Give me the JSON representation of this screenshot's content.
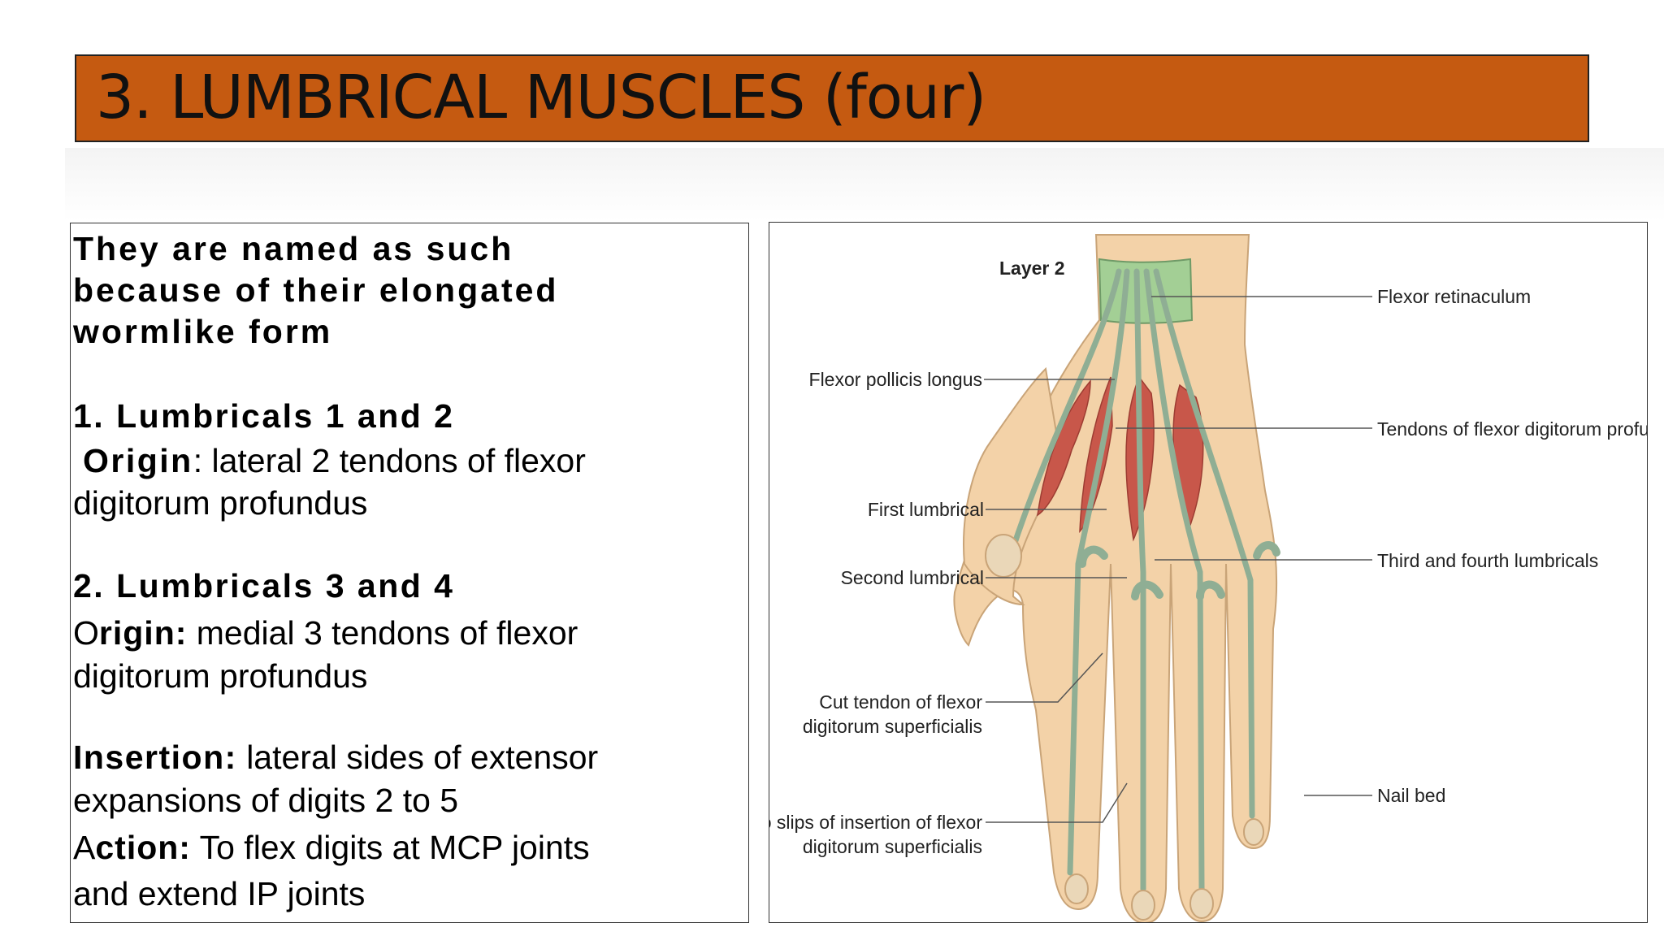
{
  "slide": {
    "title": "3. LUMBRICAL MUSCLES (four)",
    "colors": {
      "title_bar": "#c55a11",
      "muscle": "#c8574a",
      "tendon": "#8fae94",
      "skin": "#f3d2a8",
      "retinaculum": "#a3cf95"
    }
  },
  "text_panel": {
    "intro": [
      "They are named as such",
      "because of their elongated",
      "wormlike form"
    ],
    "section1": {
      "heading": "1. Lumbricals 1 and 2",
      "origin_label": "Origin",
      "origin_text_1": ": lateral 2 tendons of  flexor",
      "origin_text_2": "digitorum profundus"
    },
    "section2": {
      "heading": "2. Lumbricals 3 and 4",
      "origin_label_o": "O",
      "origin_label_rest": "rigin:",
      "origin_text_1": " medial 3 tendons of flexor",
      "origin_text_2": "digitorum profundus"
    },
    "insertion": {
      "label": "Insertion:",
      "text_1": " lateral sides of  extensor",
      "text_2": "expansions of digits 2 to  5"
    },
    "action": {
      "label_a": "A",
      "label_rest": "ction:",
      "text_1": "  To flex digits at MCP joints",
      "text_2": "and extend IP joints"
    }
  },
  "figure": {
    "layer_label": "Layer 2",
    "labels": {
      "flexor_retinaculum": "Flexor retinaculum",
      "flexor_pollicis_longus": "Flexor pollicis longus",
      "tendons_fdp": "Tendons of flexor digitorum profundus",
      "first_lumbrical": "First lumbrical",
      "second_lumbrical": "Second lumbrical",
      "third_fourth_lumbricals": "Third and fourth lumbricals",
      "cut_tendon_1": "Cut tendon of flexor",
      "cut_tendon_2": "digitorum superficialis",
      "nail_bed": "Nail bed",
      "two_slips_1": "Two slips of insertion of flexor",
      "two_slips_2": "digitorum superficialis"
    }
  }
}
